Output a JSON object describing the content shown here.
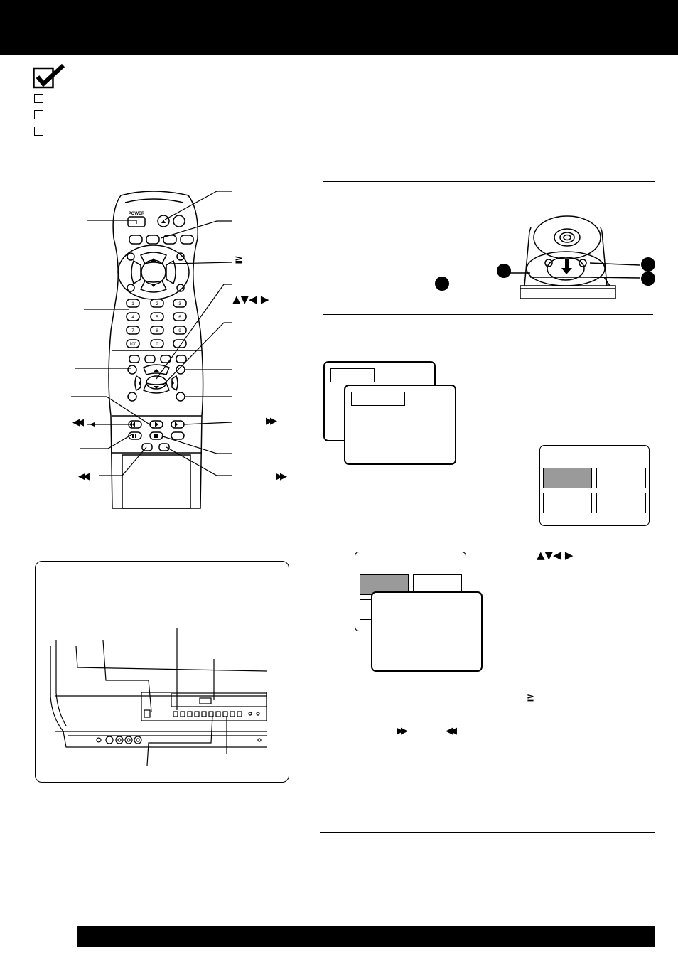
{
  "checklist": {
    "items": 3
  },
  "symbols": {
    "ge_remote": "≧",
    "arrows_remote": "▲▼◀ ▶",
    "rew_left_1": "◀◀",
    "ff_right_1": "▶▶",
    "rew_left_2": "◀◀",
    "ff_right_2": "▶▶",
    "arrows_step4": "▲▼◀ ▶",
    "ge_step4": "≧",
    "ff_step4": "▶▶",
    "rew_step4": "◀◀"
  },
  "remote": {
    "power_label": "POWER",
    "number_keys": [
      "1",
      "2",
      "3",
      "4",
      "5",
      "6",
      "7",
      "8",
      "9",
      "100",
      "0",
      ""
    ]
  },
  "colors": {
    "bars": "#000000",
    "selected_cell": "#9a9a9a"
  }
}
